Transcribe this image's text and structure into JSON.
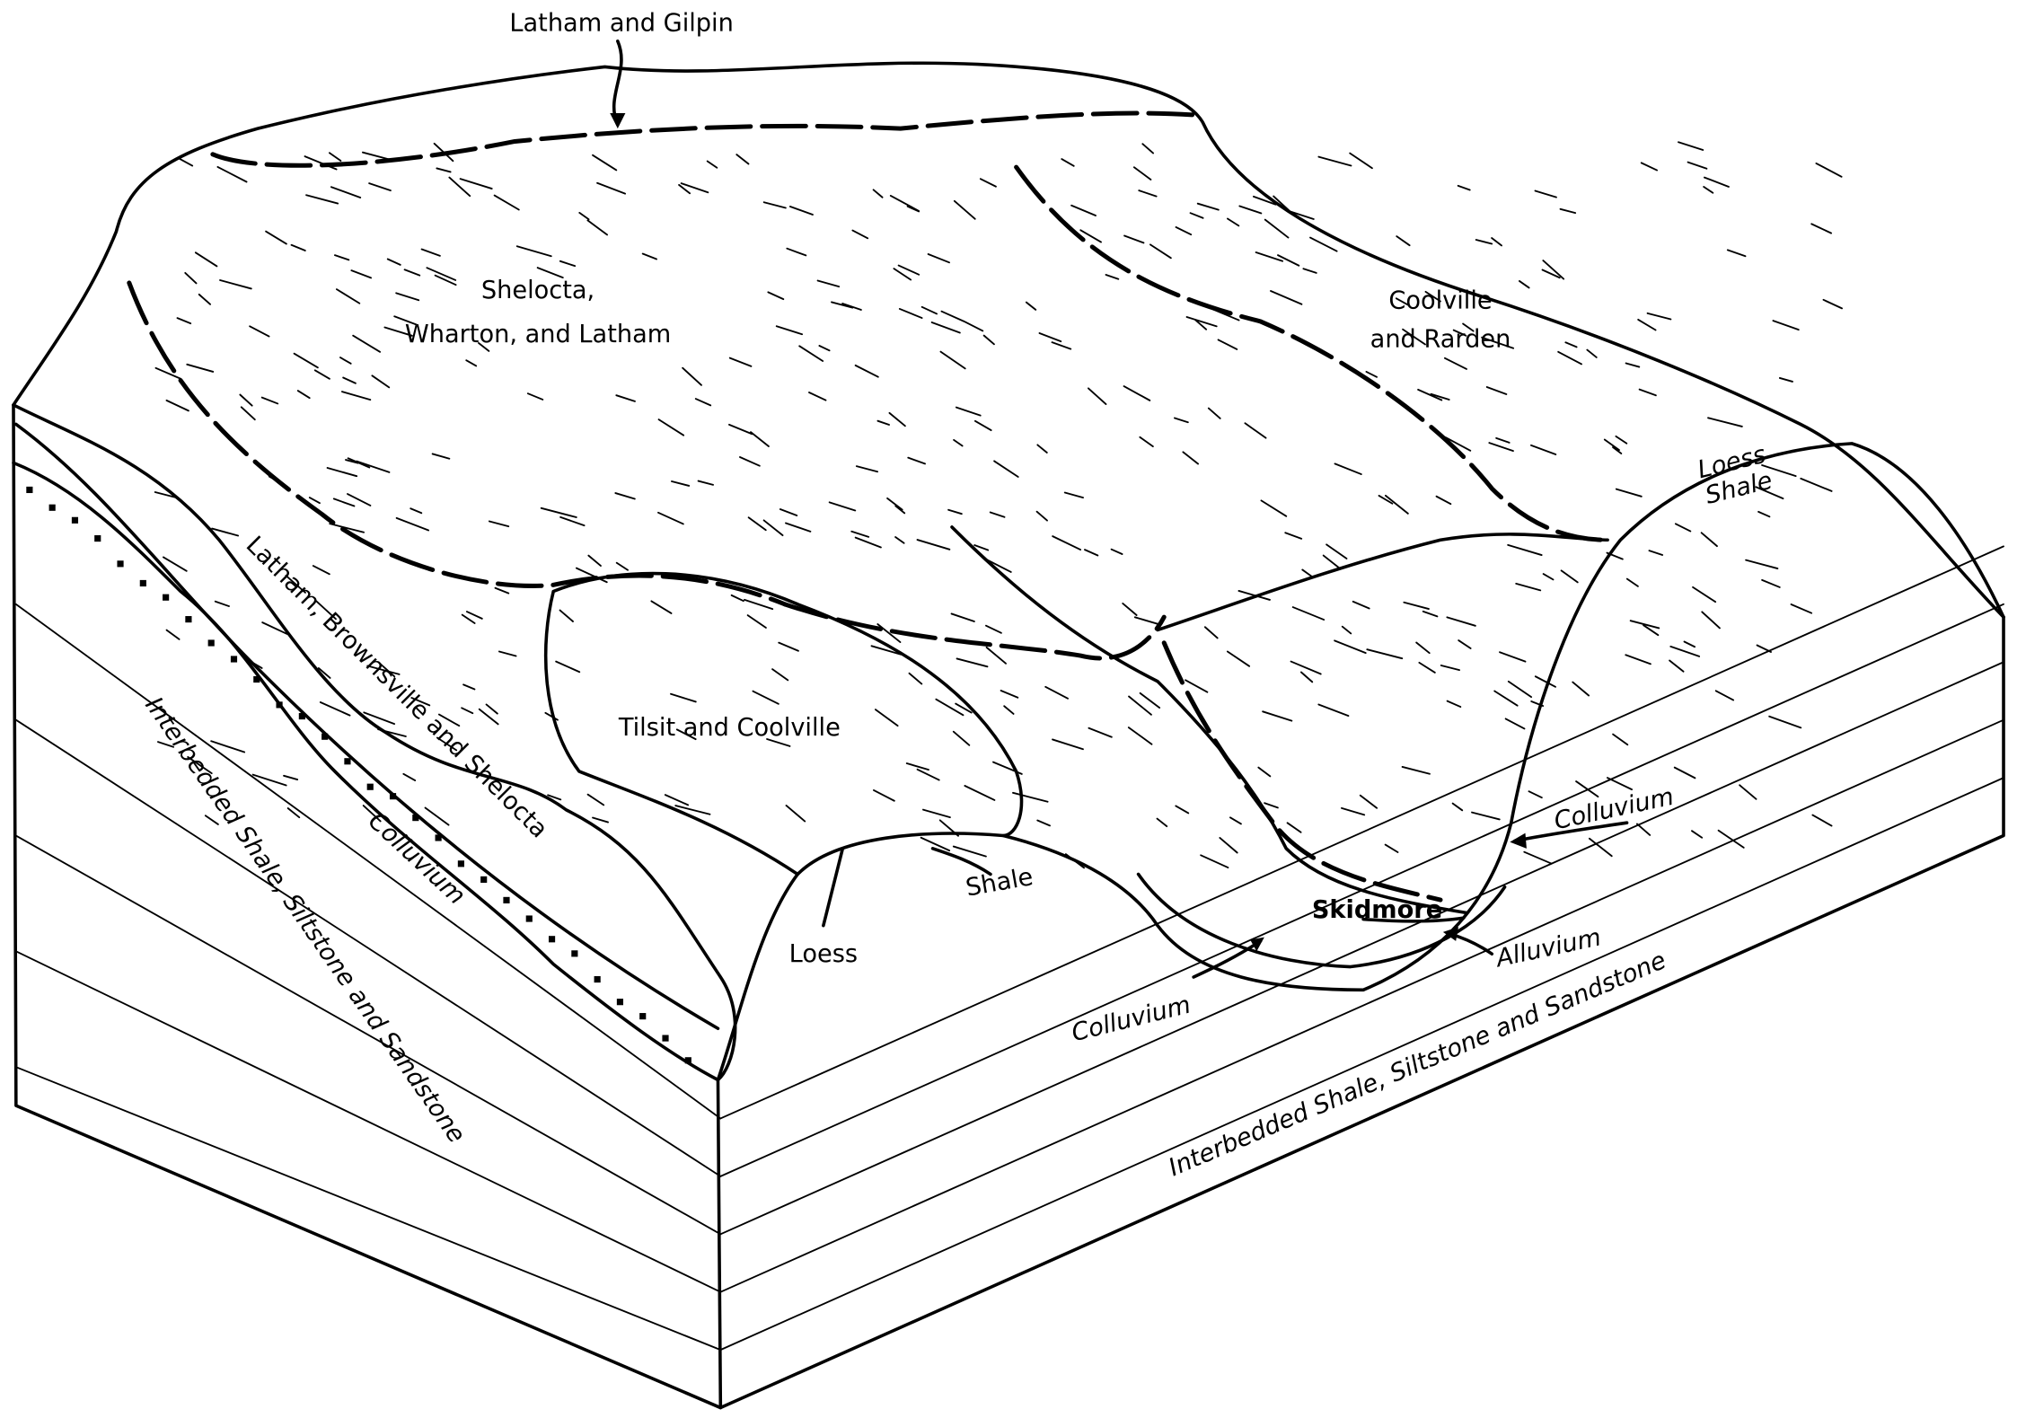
{
  "labels": {
    "top_ridge": "Latham and Gilpin",
    "upland_1": "Shelocta,",
    "upland_2": "Wharton, and Latham",
    "right_slope_1": "Coolville",
    "right_slope_2": "and Rarden",
    "left_slope": "Latham, Brownsville and Shelocta",
    "terrace": "Tilsit and Coolville",
    "loess_mid": "Loess",
    "shale_mid": "Shale",
    "floodplain": "Skidmore",
    "colluvium_right": "Colluvium",
    "alluvium": "Alluvium",
    "colluvium_bottom": "Colluvium",
    "colluvium_left": "Colluvium",
    "bedrock_left": "Interbedded Shale, Siltstone and Sandstone",
    "bedrock_right": "Interbedded Shale, Siltstone and Sandstone",
    "loess_right": "Loess",
    "shale_right": "Shale"
  }
}
